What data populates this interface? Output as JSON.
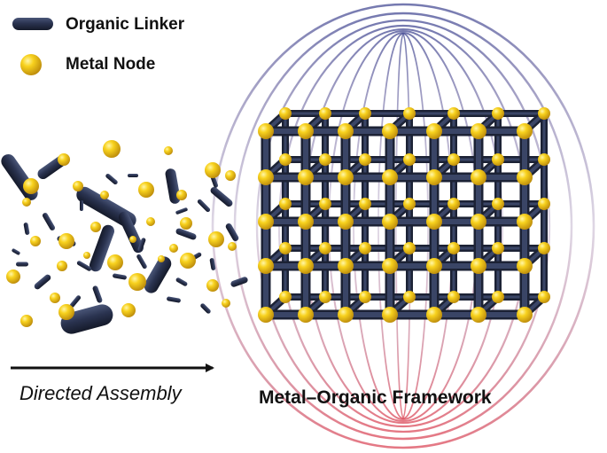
{
  "legend": {
    "linker_label": "Organic Linker",
    "node_label": "Metal Node"
  },
  "arrow_label": "Directed Assembly",
  "framework_label": "Metal–Organic Framework",
  "colors": {
    "linker": "#2b3550",
    "node": "#f2c514",
    "field_top": "#3a3f8c",
    "field_bottom": "#d23a4a"
  }
}
